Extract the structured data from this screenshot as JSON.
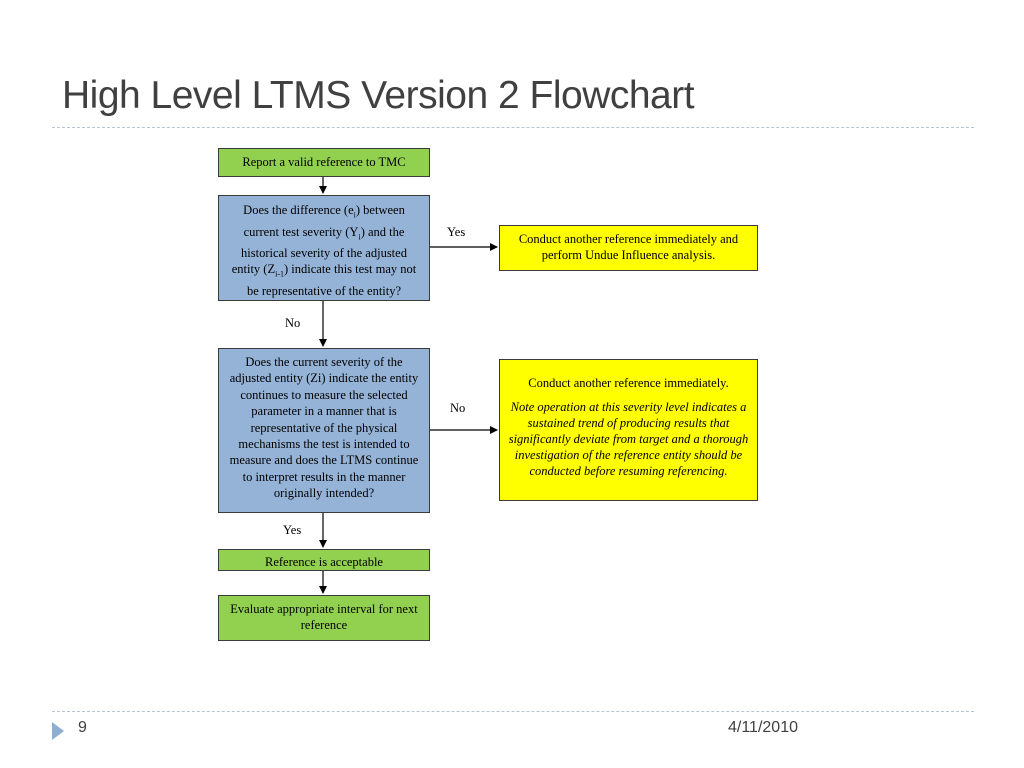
{
  "slide": {
    "title": "High Level LTMS Version 2 Flowchart",
    "page_number": "9",
    "date": "4/11/2010"
  },
  "flowchart": {
    "step1": "Report a valid reference to TMC",
    "decision1": {
      "p1": "Does the difference (e",
      "s1": "i",
      "p2": ") between current test severity (Y",
      "s2": "i",
      "p3": ") and the historical severity of the adjusted entity (Z",
      "s3": "i-1",
      "p4": ") indicate this test may not be representative of the entity?"
    },
    "yes_label": "Yes",
    "action1": "Conduct another reference immediately and perform Undue Influence analysis.",
    "no_label": "No",
    "decision2": "Does the current severity of the adjusted entity (Zi) indicate the entity continues to measure the selected parameter in a manner that is representative of the physical mechanisms the test is intended to measure and does the LTMS continue to interpret results in the manner originally intended?",
    "no_label_2": "No",
    "action2": {
      "main": "Conduct another reference immediately.",
      "note": "Note operation at this severity level indicates a sustained trend of producing results that significantly deviate from target and a thorough investigation of the reference entity should be conducted before resuming referencing."
    },
    "yes_label_2": "Yes",
    "step2": "Reference is acceptable",
    "step3": "Evaluate appropriate interval for next reference"
  }
}
